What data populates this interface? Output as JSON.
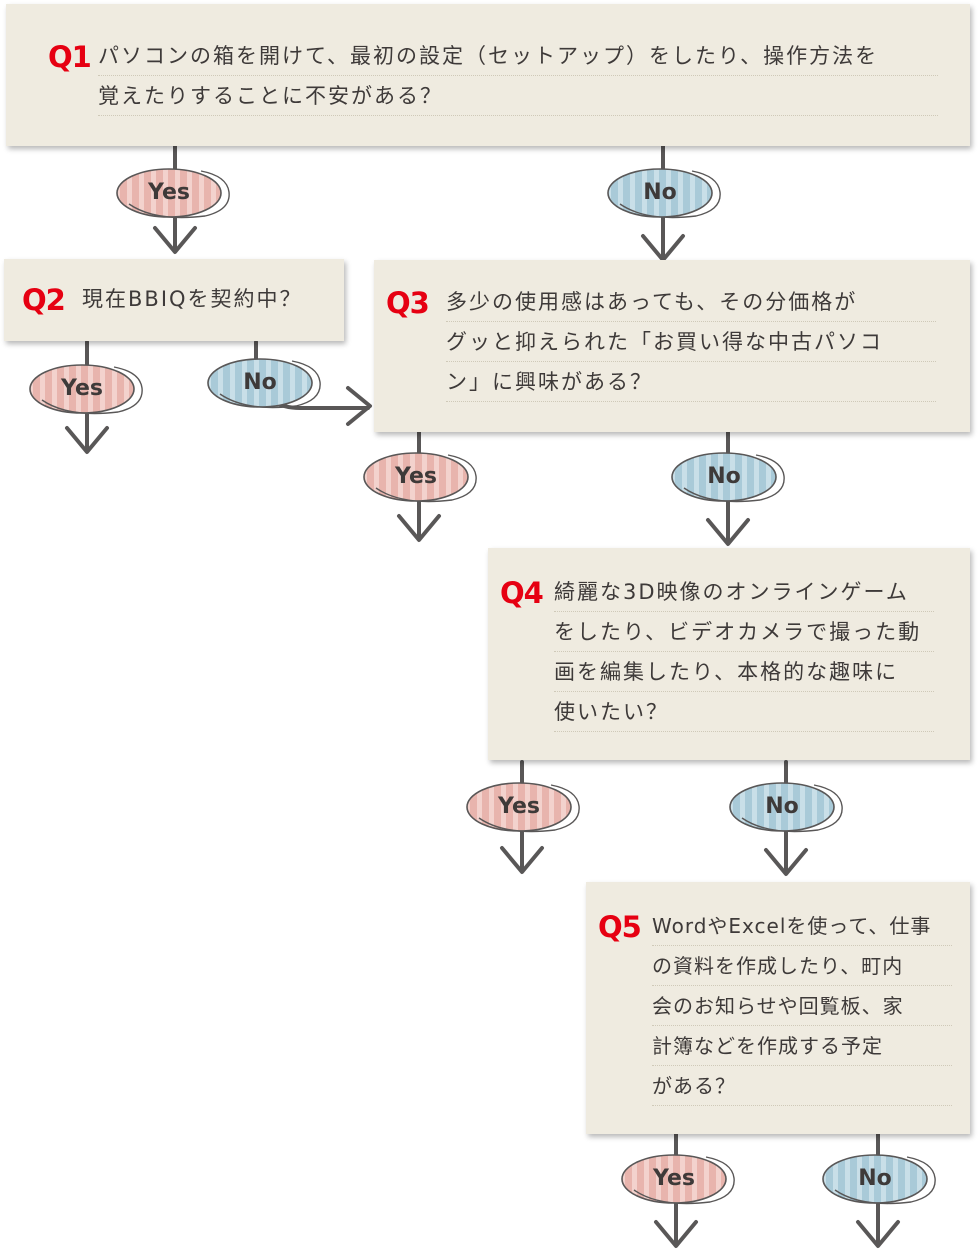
{
  "questions": {
    "q1": {
      "label": "Q1",
      "lines": [
        "パソコンの箱を開けて、最初の設定（セットアップ）をしたり、操作方法を",
        "覚えたりすることに不安がある？"
      ]
    },
    "q2": {
      "label": "Q2",
      "lines": [
        "現在BBIQを契約中？"
      ]
    },
    "q3": {
      "label": "Q3",
      "lines": [
        "多少の使用感はあっても、その分価格が",
        "グッと抑えられた「お買い得な中古パソコ",
        "ン」に興味がある？"
      ]
    },
    "q4": {
      "label": "Q4",
      "lines": [
        "綺麗な3D映像のオンラインゲーム",
        "をしたり、ビデオカメラで撮った動",
        "画を編集したり、本格的な趣味に",
        "使いたい？"
      ]
    },
    "q5": {
      "label": "Q5",
      "lines": [
        "WordやExcelを使って、仕事",
        "の資料を作成したり、町内",
        "会のお知らせや回覧板、家",
        "計簿などを作成する予定",
        "がある？"
      ]
    }
  },
  "answers": {
    "yes": "Yes",
    "no": "No"
  },
  "colors": {
    "card": "#efebe0",
    "q_label": "#e60012",
    "yes_badge": "#e8b4ad",
    "no_badge": "#a9cad8",
    "arrow": "#5a5555"
  }
}
